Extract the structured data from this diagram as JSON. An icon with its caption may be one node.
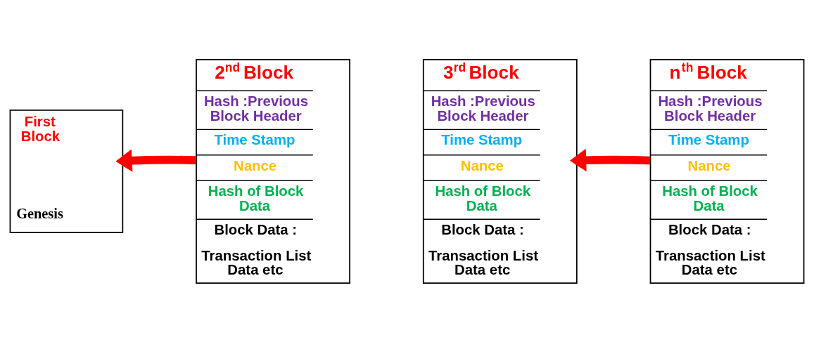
{
  "diagram": {
    "nodes": [
      {
        "text": [
          "First Block",
          "Genesis"
        ]
      },
      {
        "text": [
          "2$^{nd}$ Block",
          "Hash :Previous Block Header",
          "Time Stamp",
          "Nance",
          "Hash of Block Data",
          "Block Data :",
          "Transaction List Data etc"
        ]
      },
      {
        "text": [
          "3$^{rd}$ Block",
          "Hash :Previous Block Header",
          "Time Stamp",
          "Nance",
          "Hash of Block Data",
          "Block Data :",
          "Transaction List Data etc"
        ]
      },
      {
        "text": [
          "n$^{th}$ Block",
          "Hash :Previous Block Header",
          "Time Stamp",
          "Nance",
          "Hash of Block Data",
          "Block Data :",
          "Transaction List Data etc"
        ]
      }
    ],
    "edges": [
      {
        "from": 1,
        "to": 0,
        "arrow": "to",
        "color": "#ff0000"
      },
      {
        "from": 3,
        "to": 2,
        "arrow": "to",
        "color": "#ff0000"
      }
    ]
  }
}
